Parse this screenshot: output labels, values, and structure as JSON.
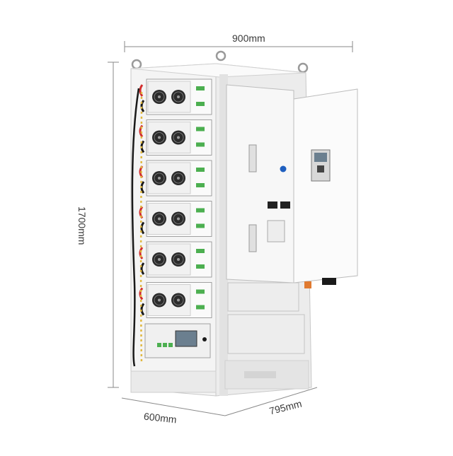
{
  "dimensions": {
    "width_label": "900mm",
    "height_label": "1700mm",
    "depth_front_label": "600mm",
    "depth_side_label": "795mm"
  },
  "modules": {
    "battery_module_count": 6
  },
  "colors": {
    "cabinet": "#f4f4f4",
    "cabinet_shadow": "#dcdcdc",
    "line": "#8a8a8a",
    "fan": "#2b2b2b",
    "terminal_green": "#4caf50",
    "cable_red": "#d32f2f",
    "cable_black": "#1a1a1a",
    "cable_yellow": "#e0b840",
    "display_screen": "#6b7f8f",
    "power_button": "#1f5fbf"
  }
}
